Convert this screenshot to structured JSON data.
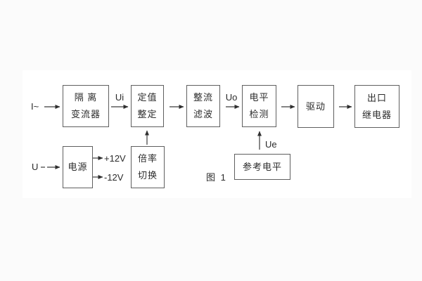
{
  "figure": {
    "caption": "图 1",
    "background_color": "#fbfbfb",
    "card_color": "#ffffff",
    "border_color": "#5f5f5f",
    "line_color": "#3c3c3c",
    "text_color": "#2b2b2b"
  },
  "inputs": {
    "current": "I~",
    "voltage": "U"
  },
  "signals": {
    "ui": "Ui",
    "uo": "Uo",
    "ue": "Ue",
    "plus12v": "+12V",
    "minus12v": "-12V"
  },
  "blocks": {
    "isolation": {
      "line1": "隔 离",
      "line2": "变流器"
    },
    "setting": {
      "line1": "定值",
      "line2": "整定"
    },
    "rectifier": {
      "line1": "整流",
      "line2": "滤波"
    },
    "level": {
      "line1": "电平",
      "line2": "检测"
    },
    "drive": {
      "label": "驱动"
    },
    "relay": {
      "line1": "出口",
      "line2": "继电器"
    },
    "power": {
      "label": "电源"
    },
    "ratio": {
      "line1": "倍率",
      "line2": "切换"
    },
    "reference": {
      "label": "参考电平"
    }
  }
}
